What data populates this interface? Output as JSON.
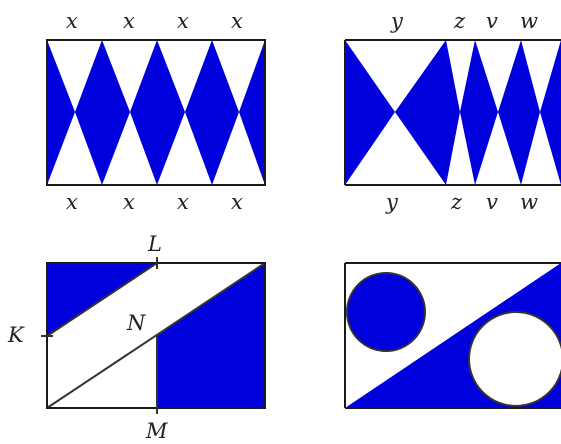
{
  "colors": {
    "fill": "#0000dd",
    "line": "#1a1a1a",
    "background": "#ffffff"
  },
  "panel_top_left": {
    "top_labels": [
      "x",
      "x",
      "x",
      "x"
    ],
    "bottom_labels": [
      "x",
      "x",
      "x",
      "x"
    ]
  },
  "panel_top_right": {
    "top_labels": [
      "y",
      "z",
      "v",
      "w"
    ],
    "bottom_labels": [
      "y",
      "z",
      "v",
      "w"
    ]
  },
  "panel_bottom_left": {
    "point_labels": {
      "L": "L",
      "K": "K",
      "N": "N",
      "M": "M"
    }
  },
  "panel_bottom_right": {
    "description_shapes": [
      "filled circle",
      "white circle",
      "diagonal band"
    ]
  }
}
